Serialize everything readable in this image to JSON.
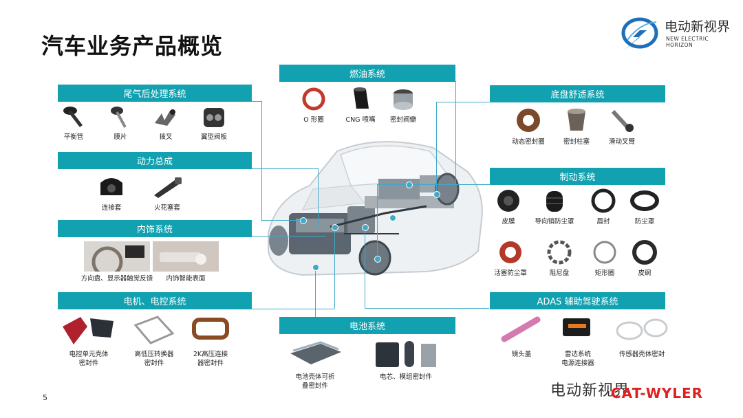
{
  "page": {
    "title": "汽车业务产品概览",
    "page_number": "5"
  },
  "logo": {
    "name_cn": "电动新视界",
    "name_en": "NEW ELECTRIC HORIZON"
  },
  "watermark": {
    "text": "电动新视界",
    "brand": "CAT-WYLER"
  },
  "sections": {
    "exhaust": {
      "label": "尾气后处理系统",
      "items": [
        "平衡管",
        "膜片",
        "拨叉",
        "翼型阀板"
      ]
    },
    "fuel": {
      "label": "燃油系统",
      "items": [
        "O 形圈",
        "CNG 喷嘴",
        "密封阀瓣"
      ]
    },
    "chassis": {
      "label": "底盘舒适系统",
      "items": [
        "动态密封圈",
        "密封柱塞",
        "滑动叉臂"
      ]
    },
    "powertrain": {
      "label": "动力总成",
      "items": [
        "连接套",
        "火花塞套"
      ]
    },
    "brake": {
      "label": "制动系统",
      "items": [
        "皮膜",
        "导向销防尘罩",
        "唇封",
        "防尘罩",
        "活塞防尘罩",
        "阻尼盘",
        "矩形圈",
        "皮碗"
      ]
    },
    "interior": {
      "label": "内饰系统",
      "items": [
        "方向盘、显示器触觉反馈",
        "内饰智能表面"
      ]
    },
    "motor": {
      "label": "电机、电控系统",
      "items": [
        "电控单元壳体\n密封件",
        "高低压转换器\n密封件",
        "2K高压连接\n器密封件"
      ]
    },
    "battery": {
      "label": "电池系统",
      "items": [
        "电池壳体可折\n叠密封件",
        "电芯、模组密封件"
      ]
    },
    "adas": {
      "label": "ADAS 辅助驾驶系统",
      "items": [
        "镜头盖",
        "雷达系统\n电源连接器",
        "传感器壳体密封"
      ]
    }
  },
  "colors": {
    "accent": "#12a1b0",
    "connector": "#3ea9c9",
    "brand_red": "#e02020"
  }
}
